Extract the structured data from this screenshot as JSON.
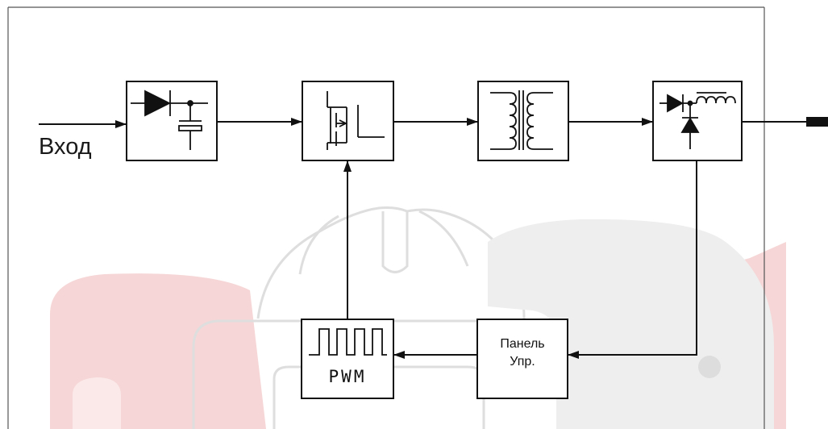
{
  "diagram": {
    "input_label": "Вход",
    "pwm_label": "PWM",
    "control_panel_label": [
      "Панель",
      "Упр."
    ]
  },
  "watermark": {
    "helmet_color": "#dedede",
    "logo_red": "#f6d6d6",
    "logo_red_strong": "#f0c0c0"
  },
  "colors": {
    "line": "#111111",
    "frame": "#555555"
  },
  "icons": [
    "rectifier-filter-icon",
    "mosfet-switch-icon",
    "transformer-icon",
    "output-rectifier-icon",
    "pwm-square-wave-icon"
  ]
}
